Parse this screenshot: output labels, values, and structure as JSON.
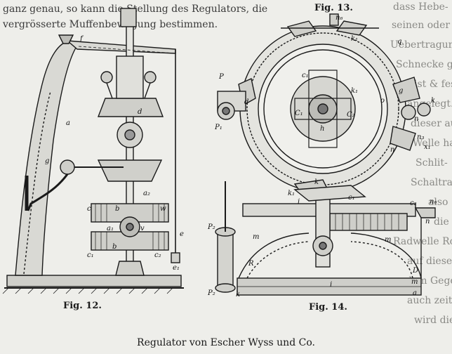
{
  "figure_captions": {
    "fig12": "Fig. 12.",
    "fig13": "Fig. 13.",
    "fig14": "Fig. 14."
  },
  "subtitle": "Regulator von Escher Wyss und Co.",
  "background_text": {
    "left_lines": [
      "ganz genau, so kann die Stellung des Regulators, die",
      "vergrösserte Muffenbewegung bestimmen."
    ],
    "right_column": [
      "dass Hebe-",
      "seinen oder",
      "Uebertragung durch",
      "Schnecke gre-",
      "ist & fest",
      "angelegt.",
      "dieser auf",
      "Welle hakt,",
      "Schlit-",
      "Schaltrad",
      "also",
      "die",
      "Radwelle Rot-",
      "auf diese so",
      "dem Gegen-",
      "auch zeitlich",
      "wird die"
    ]
  },
  "labels": {
    "fig12": [
      "f",
      "a",
      "d",
      "g",
      "a₂",
      "c",
      "b",
      "w",
      "v",
      "c₁",
      "b",
      "c₂",
      "e",
      "a₁",
      "e₁"
    ],
    "fig13": [
      "n₆",
      "k₁",
      "q",
      "c₁",
      "o",
      "g",
      "n",
      "k",
      "P",
      "d",
      "P₁",
      "C₁",
      "k₁",
      "C₂",
      "h",
      "n₃",
      "x₁",
      "n",
      "k₁"
    ],
    "fig14": [
      "c₁",
      "i",
      "k",
      "n₆",
      "c₂",
      "n",
      "m",
      "P₂",
      "m",
      "i",
      "D",
      "m",
      "a",
      "R",
      "P₂",
      "k"
    ]
  },
  "colors": {
    "paper": "#eeeeea",
    "ink": "#1a1a1a",
    "ghost_text": "#8a8a86"
  }
}
